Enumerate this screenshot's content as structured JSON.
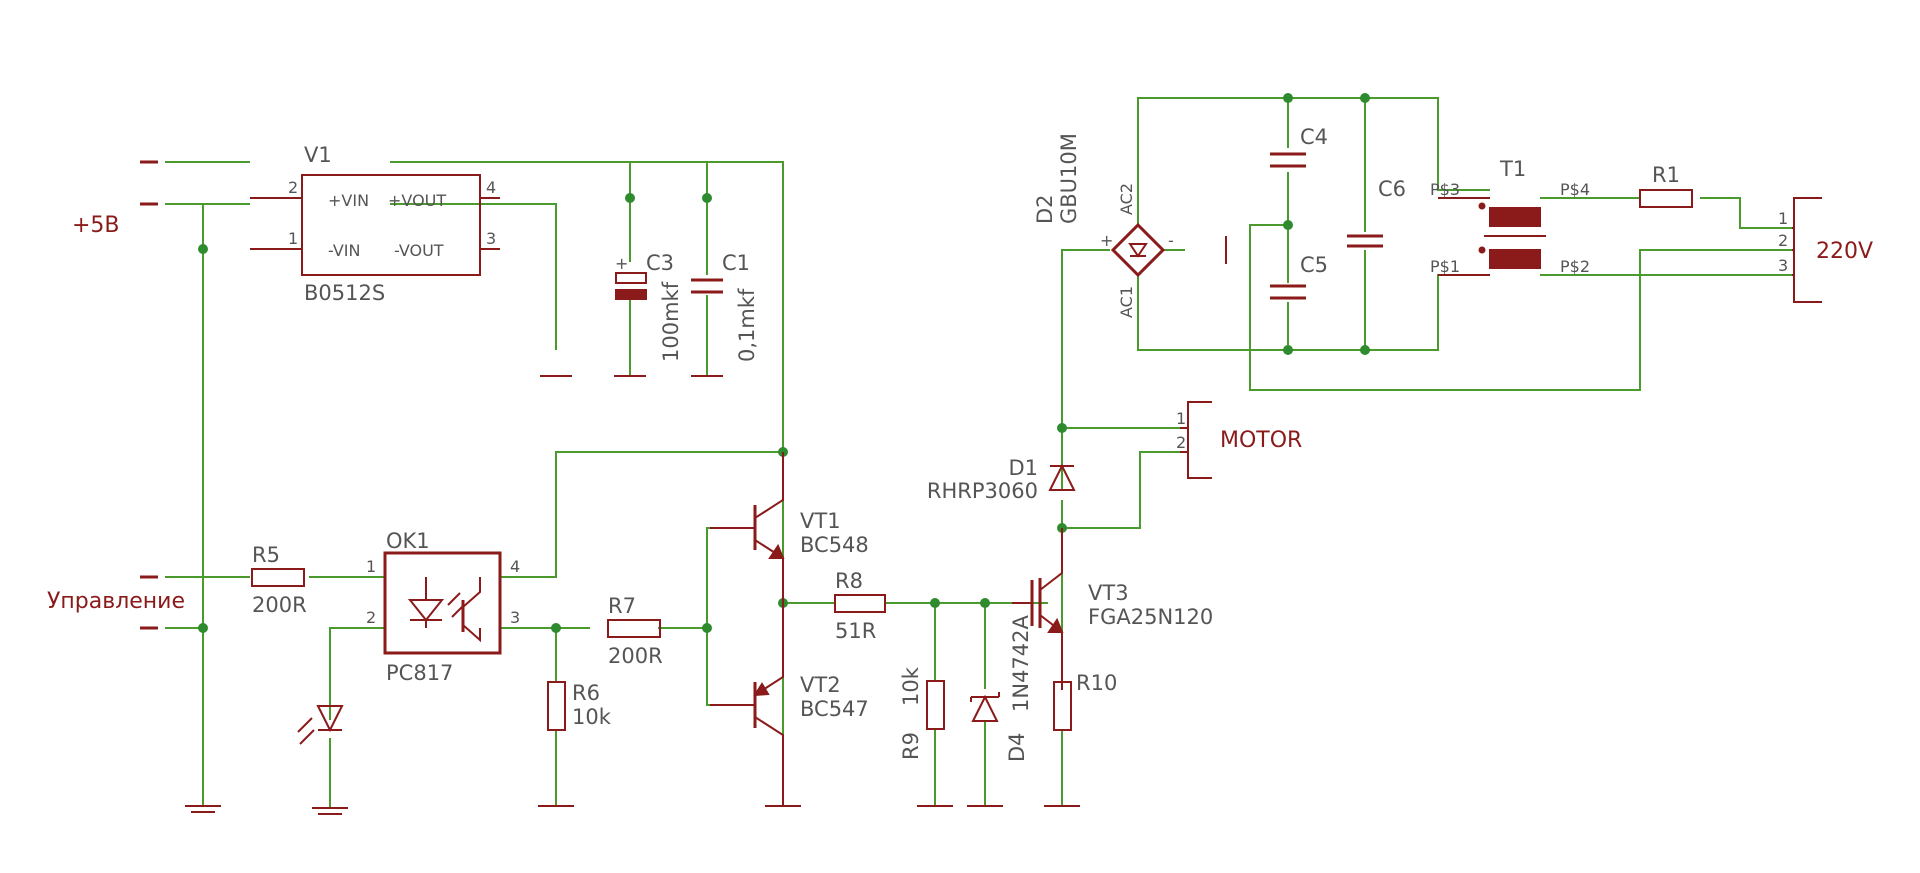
{
  "components": {
    "v1": {
      "ref": "V1",
      "value": "B0512S",
      "pin_vin_p": "+VIN",
      "pin_vin_n": "-VIN",
      "pin_vout_p": "+VOUT",
      "pin_vout_n": "-VOUT",
      "pins": [
        "2",
        "1",
        "4",
        "3"
      ]
    },
    "c3": {
      "ref": "C3",
      "value": "100mkf",
      "polarity": "+"
    },
    "c1": {
      "ref": "C1",
      "value": "0,1mkf"
    },
    "r5": {
      "ref": "R5",
      "value": "200R"
    },
    "ok1": {
      "ref": "OK1",
      "value": "PC817",
      "pins": [
        "1",
        "2",
        "3",
        "4"
      ]
    },
    "r7": {
      "ref": "R7",
      "value": "200R"
    },
    "r6": {
      "ref": "R6",
      "value": "10k"
    },
    "vt1": {
      "ref": "VT1",
      "value": "BC548"
    },
    "vt2": {
      "ref": "VT2",
      "value": "BC547"
    },
    "r8": {
      "ref": "R8",
      "value": "51R"
    },
    "r9": {
      "ref": "R9",
      "value": "10k"
    },
    "d4": {
      "ref": "D4",
      "value": "1N4742A"
    },
    "vt3": {
      "ref": "VT3",
      "value": "FGA25N120"
    },
    "r10": {
      "ref": "R10"
    },
    "d1": {
      "ref": "D1",
      "value": "RHRP3060"
    },
    "d2": {
      "ref": "D2",
      "value": "GBU10M",
      "pin_ac1": "AC1",
      "pin_ac2": "AC2",
      "plus": "+",
      "minus": "-"
    },
    "c4": {
      "ref": "C4"
    },
    "c5": {
      "ref": "C5"
    },
    "c6": {
      "ref": "C6"
    },
    "t1": {
      "ref": "T1",
      "p1": "P$1",
      "p2": "P$2",
      "p3": "P$3",
      "p4": "P$4"
    },
    "r1": {
      "ref": "R1"
    }
  },
  "connectors": {
    "plus5v": {
      "label": "+5B"
    },
    "control": {
      "label": "Управление"
    },
    "motor": {
      "label": "MOTOR",
      "pins": [
        "1",
        "2"
      ]
    },
    "mains": {
      "label": "220V",
      "pins": [
        "1",
        "2",
        "3"
      ]
    }
  },
  "colors": {
    "wire": "#4a9a2e",
    "part": "#8b1a1a",
    "junction": "#2e8b2e",
    "text": "#555555"
  }
}
